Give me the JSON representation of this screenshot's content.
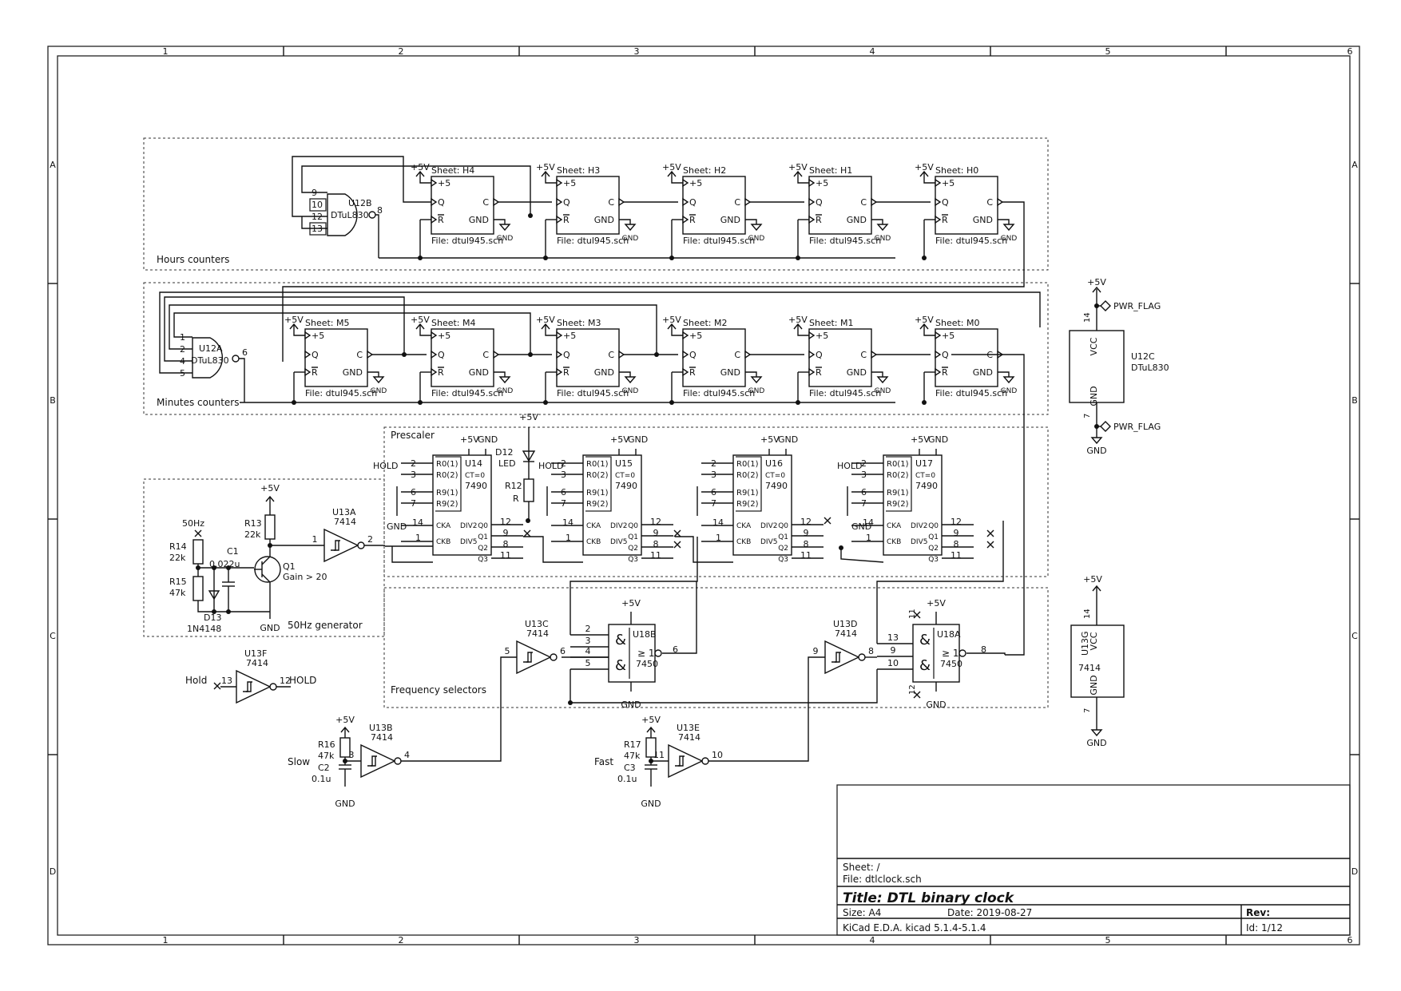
{
  "frame": {
    "cols": [
      "1",
      "2",
      "3",
      "4",
      "5",
      "6"
    ],
    "rows": [
      "A",
      "B",
      "C",
      "D"
    ]
  },
  "hours": {
    "label": "Hours counters",
    "gate": {
      "ref": "U12B",
      "value": "DTuL830",
      "pins": [
        "9",
        "10",
        "12",
        "13"
      ],
      "out": "8"
    },
    "sheets": [
      "Sheet: H4",
      "Sheet: H3",
      "Sheet: H2",
      "Sheet: H1",
      "Sheet: H0"
    ]
  },
  "minutes": {
    "label": "Minutes counters",
    "gate": {
      "ref": "U12A",
      "value": "DTuL830",
      "pins": [
        "1",
        "2",
        "4",
        "5"
      ],
      "out": "6"
    },
    "sheets": [
      "Sheet: M5",
      "Sheet: M4",
      "Sheet: M3",
      "Sheet: M2",
      "Sheet: M1",
      "Sheet: M0"
    ]
  },
  "counter_sheet": {
    "vcc": "+5V",
    "p5": "+5",
    "q": "Q",
    "c": "C",
    "r": "R",
    "gnd": "GND",
    "file": "File: dtul945.sch"
  },
  "prescaler": {
    "label": "Prescaler",
    "chips": [
      {
        "ref": "U14"
      },
      {
        "ref": "U15"
      },
      {
        "ref": "U16"
      },
      {
        "ref": "U17"
      }
    ],
    "value": "7490",
    "pins_in": [
      "2",
      "3",
      "6",
      "7"
    ],
    "inner": [
      "R0(1)",
      "R0(2)",
      "R9(1)",
      "R9(2)",
      "CT=0"
    ],
    "cka": "CKA",
    "ckb": "CKB",
    "div2": "DIV2",
    "div5": "DIV5",
    "outs": [
      "Q0",
      "Q1",
      "Q2",
      "Q3"
    ],
    "out_pins": [
      "12",
      "9",
      "8",
      "11"
    ],
    "in_pins": [
      "14",
      "1"
    ],
    "hold": "HOLD",
    "vcc": "+5V",
    "gnd": "GND"
  },
  "led": {
    "ref": "D12",
    "value": "LED",
    "vcc": "+5V"
  },
  "r12": {
    "ref": "R12",
    "value": "R"
  },
  "generator": {
    "label": "50Hz generator",
    "in_label": "50Hz",
    "r14": {
      "ref": "R14",
      "value": "22k"
    },
    "r15": {
      "ref": "R15",
      "value": "47k"
    },
    "r13": {
      "ref": "R13",
      "value": "22k"
    },
    "c1": {
      "ref": "C1",
      "value": "0.022u"
    },
    "q1": {
      "ref": "Q1",
      "value": "Gain > 20"
    },
    "d13": {
      "ref": "D13",
      "value": "1N4148"
    },
    "vcc": "+5V",
    "gnd": "GND"
  },
  "schmitt": {
    "u13a": {
      "ref": "U13A",
      "value": "7414",
      "in": "1",
      "out": "2"
    },
    "u13b": {
      "ref": "U13B",
      "value": "7414",
      "in": "3",
      "out": "4"
    },
    "u13c": {
      "ref": "U13C",
      "value": "7414",
      "in": "5",
      "out": "6"
    },
    "u13d": {
      "ref": "U13D",
      "value": "7414",
      "in": "9",
      "out": "8"
    },
    "u13e": {
      "ref": "U13E",
      "value": "7414",
      "in": "11",
      "out": "10"
    },
    "u13f": {
      "ref": "U13F",
      "value": "7414",
      "in": "13",
      "out": "12"
    }
  },
  "hold_gate": {
    "left": "Hold",
    "right": "HOLD"
  },
  "freq": {
    "label": "Frequency selectors",
    "u18b": {
      "ref": "U18B",
      "value": "7450",
      "pins": [
        "2",
        "3",
        "4",
        "5"
      ],
      "out": "6"
    },
    "u18a": {
      "ref": "U18A",
      "value": "7450",
      "pins": [
        "13",
        "9",
        "10"
      ],
      "out": "8",
      "nc": [
        "11",
        "12"
      ]
    },
    "amp": "&",
    "sym": "≥ 1",
    "vcc": "+5V",
    "gnd": "GND"
  },
  "slow": {
    "label": "Slow",
    "r": {
      "ref": "R16",
      "value": "47k"
    },
    "c": {
      "ref": "C2",
      "value": "0.1u"
    },
    "vcc": "+5V",
    "gnd": "GND"
  },
  "fast": {
    "label": "Fast",
    "r": {
      "ref": "R17",
      "value": "47k"
    },
    "c": {
      "ref": "C3",
      "value": "0.1u"
    },
    "vcc": "+5V",
    "gnd": "GND"
  },
  "power": {
    "u12c": {
      "ref": "U12C",
      "value": "DTuL830",
      "vcc_pin": "14",
      "gnd_pin": "7"
    },
    "u13g": {
      "ref": "U13G",
      "value": "7414",
      "vcc_pin": "14",
      "gnd_pin": "7"
    },
    "vcc": "VCC",
    "gnd": "GND",
    "p5": "+5V",
    "flag": "PWR_FLAG"
  },
  "title_block": {
    "sheet": "Sheet: /",
    "file": "File: dtlclock.sch",
    "title": "Title: DTL binary clock",
    "size": "Size: A4",
    "date": "Date: 2019-08-27",
    "rev": "Rev:",
    "tool": "KiCad E.D.A.  kicad 5.1.4-5.1.4",
    "id": "Id: 1/12"
  }
}
